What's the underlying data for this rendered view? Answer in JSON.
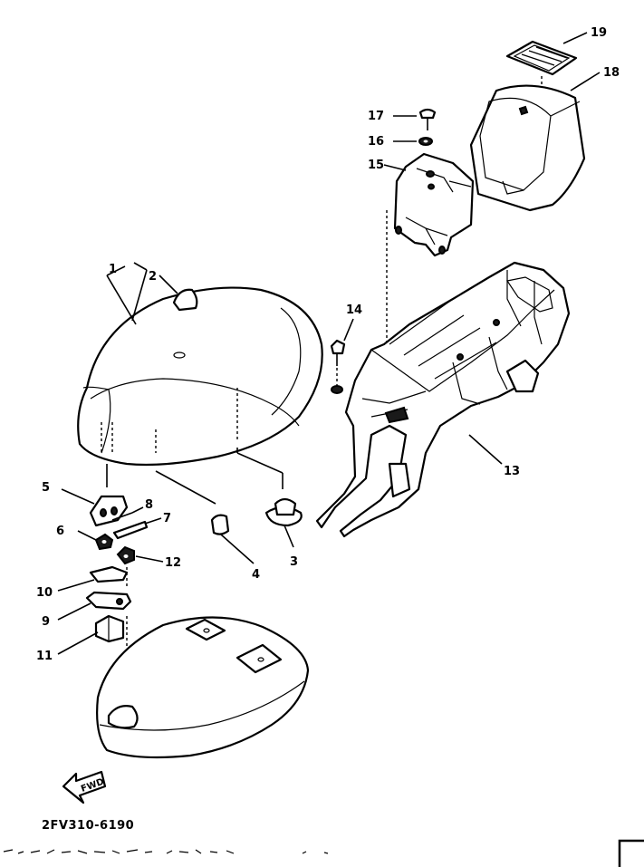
{
  "diagram": {
    "code": "2FV310-6190",
    "fwd_label": "FWD",
    "callouts": [
      {
        "id": "c1",
        "text": "1"
      },
      {
        "id": "c2",
        "text": "2"
      },
      {
        "id": "c3",
        "text": "3"
      },
      {
        "id": "c4",
        "text": "4"
      },
      {
        "id": "c5",
        "text": "5"
      },
      {
        "id": "c6",
        "text": "6"
      },
      {
        "id": "c7",
        "text": "7"
      },
      {
        "id": "c8",
        "text": "8"
      },
      {
        "id": "c9",
        "text": "9"
      },
      {
        "id": "c10",
        "text": "10"
      },
      {
        "id": "c11",
        "text": "11"
      },
      {
        "id": "c12",
        "text": "12"
      },
      {
        "id": "c13",
        "text": "13"
      },
      {
        "id": "c14",
        "text": "14"
      },
      {
        "id": "c15",
        "text": "15"
      },
      {
        "id": "c16",
        "text": "16"
      },
      {
        "id": "c17",
        "text": "17"
      },
      {
        "id": "c18",
        "text": "18"
      },
      {
        "id": "c19",
        "text": "19"
      }
    ]
  }
}
